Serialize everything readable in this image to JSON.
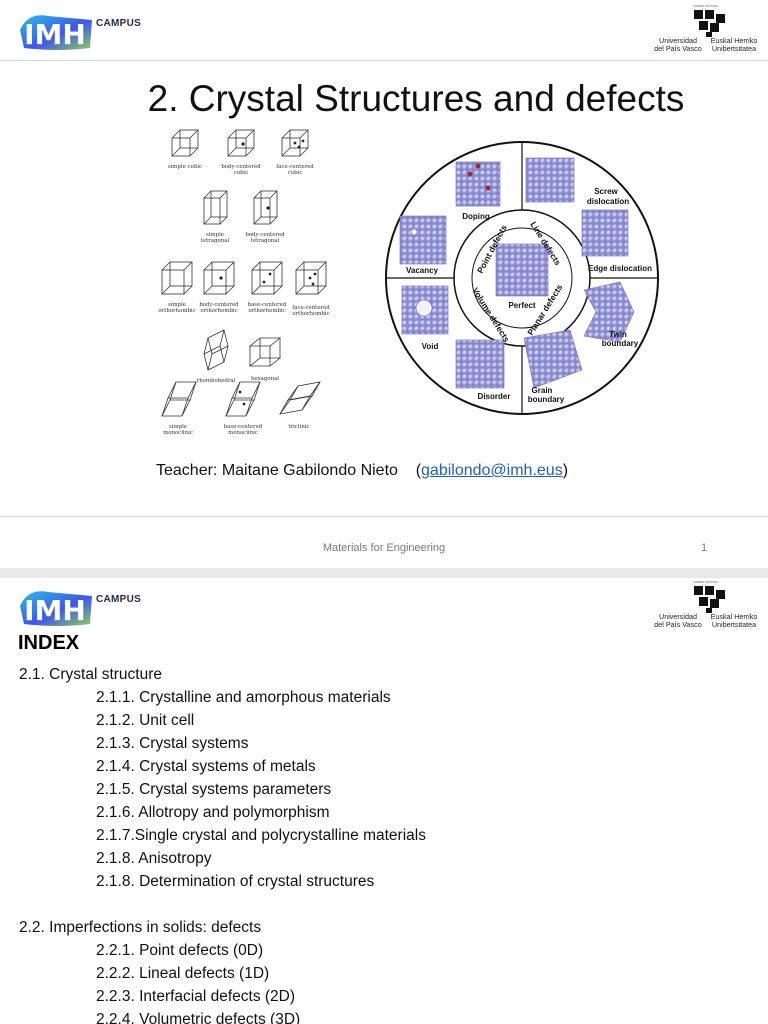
{
  "logos": {
    "imh": {
      "mark": "IMH",
      "campus": "CAMPUS",
      "colors": [
        "#2bb5e8",
        "#3d5af1",
        "#8fd14f"
      ]
    },
    "upv": {
      "tiny": "UNIBERTSITATEA",
      "left": "Universidad del País Vasco",
      "left_l1": "Universidad",
      "left_l2": "del País Vasco",
      "right_l1": "Euskal Herriko",
      "right_l2": "Unibertsitatea"
    }
  },
  "slide1": {
    "title": "2. Crystal Structures and defects",
    "crystal_labels": {
      "simple_cubic": "simple cubic",
      "bcc_l1": "body-centered",
      "bcc_l2": "cubic",
      "fcc_l1": "face-centered",
      "fcc_l2": "cubic",
      "st_l1": "simple",
      "st_l2": "tetragonal",
      "bct_l1": "body-centered",
      "bct_l2": "tetragonal",
      "so_l1": "simple",
      "so_l2": "orthorhombic",
      "bco_l1": "body-centered",
      "bco_l2": "orthorhombic",
      "baco_l1": "base-centered",
      "baco_l2": "orthorhombic",
      "fco_l1": "face-centered",
      "fco_l2": "orthorhombic",
      "rhombohedral": "rhombohedral",
      "hexagonal": "hexagonal",
      "sm_l1": "simple",
      "sm_l2": "monoclinic",
      "bacm_l1": "base-centered",
      "bacm_l2": "monoclinic",
      "triclinic": "triclinic"
    },
    "defect_labels": {
      "doping": "Doping",
      "screw_l1": "Screw",
      "screw_l2": "dislocation",
      "edge": "Edge dislocation",
      "twin_l1": "Twin",
      "twin_l2": "boundary",
      "grain_l1": "Grain",
      "grain_l2": "boundary",
      "disorder": "Disorder",
      "void": "Void",
      "vacancy": "Vacancy",
      "perfect": "Perfect",
      "point": "Point defects",
      "line": "Line defects",
      "planar": "Planar defects",
      "volume": "Volume defects"
    },
    "teacher_prefix": "Teacher: Maitane Gabilondo Nieto",
    "email": "gabilondo@imh.eus",
    "footer": "Materials for Engineering",
    "page": "1"
  },
  "slide2": {
    "index_title": "INDEX",
    "items": [
      {
        "level": 1,
        "text": "2.1. Crystal structure"
      },
      {
        "level": 2,
        "text": "2.1.1. Crystalline and amorphous materials"
      },
      {
        "level": 2,
        "text": "2.1.2. Unit cell"
      },
      {
        "level": 2,
        "text": "2.1.3. Crystal systems"
      },
      {
        "level": 2,
        "text": "2.1.4. Crystal systems of metals"
      },
      {
        "level": 2,
        "text": "2.1.5. Crystal systems parameters"
      },
      {
        "level": 2,
        "text": "2.1.6. Allotropy and polymorphism"
      },
      {
        "level": 2,
        "text": "2.1.7.Single crystal and polycrystalline materials"
      },
      {
        "level": 2,
        "text": "2.1.8. Anisotropy"
      },
      {
        "level": 2,
        "text": "2.1.8. Determination of crystal structures"
      },
      {
        "level": 1,
        "text": "2.2. Imperfections in solids: defects"
      },
      {
        "level": 2,
        "text": "2.2.1. Point defects (0D)"
      },
      {
        "level": 2,
        "text": "2.2.2. Lineal defects (1D)"
      },
      {
        "level": 2,
        "text": "2.2.3. Interfacial defects (2D)"
      },
      {
        "level": 2,
        "text": "2.2.4. Volumetric defects (3D)"
      }
    ]
  }
}
